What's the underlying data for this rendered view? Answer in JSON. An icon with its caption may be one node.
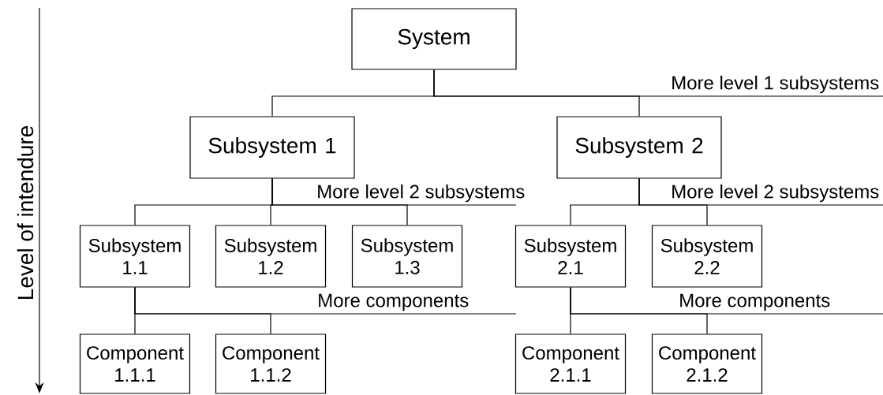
{
  "diagram": {
    "nodes": [
      {
        "text": [
          "System"
        ]
      },
      {
        "text": [
          "Subsystem 1"
        ]
      },
      {
        "text": [
          "Subsystem 2"
        ]
      },
      {
        "text": [
          "Subsystem 1.1"
        ]
      },
      {
        "text": [
          "Subsystem 1.2"
        ]
      },
      {
        "text": [
          "Subsystem 1.3"
        ]
      },
      {
        "text": [
          "Subsystem 2.1"
        ]
      },
      {
        "text": [
          "Subsystem 2.2"
        ]
      },
      {
        "text": [
          "Component 1.1.1"
        ]
      },
      {
        "text": [
          "Component 1.1.2"
        ]
      },
      {
        "text": [
          "Component 2.1.1"
        ]
      },
      {
        "text": [
          "Component 2.1.2"
        ]
      }
    ],
    "edges": [
      {
        "from": 0,
        "to": null,
        "arrow": "none",
        "label": "More level 1 subsystems"
      },
      {
        "from": 0,
        "to": 1,
        "arrow": "none"
      },
      {
        "from": 0,
        "to": 2,
        "arrow": "none"
      },
      {
        "from": 1,
        "to": null,
        "arrow": "none",
        "label": "More level 2 subsystems"
      },
      {
        "from": 1,
        "to": 3,
        "arrow": "none"
      },
      {
        "from": 1,
        "to": 4,
        "arrow": "none"
      },
      {
        "from": 1,
        "to": 5,
        "arrow": "none"
      },
      {
        "from": 2,
        "to": null,
        "arrow": "none",
        "label": "More level 2 subsystems"
      },
      {
        "from": 2,
        "to": 6,
        "arrow": "none"
      },
      {
        "from": 2,
        "to": 7,
        "arrow": "none"
      },
      {
        "from": 3,
        "to": null,
        "arrow": "none",
        "label": "More components"
      },
      {
        "from": 3,
        "to": 8,
        "arrow": "none"
      },
      {
        "from": 3,
        "to": 9,
        "arrow": "none"
      },
      {
        "from": 6,
        "to": null,
        "arrow": "none",
        "label": "More components"
      },
      {
        "from": 6,
        "to": 10,
        "arrow": "none"
      },
      {
        "from": 6,
        "to": 11,
        "arrow": "none"
      }
    ],
    "labels": [
      "Level of intendure"
    ]
  }
}
